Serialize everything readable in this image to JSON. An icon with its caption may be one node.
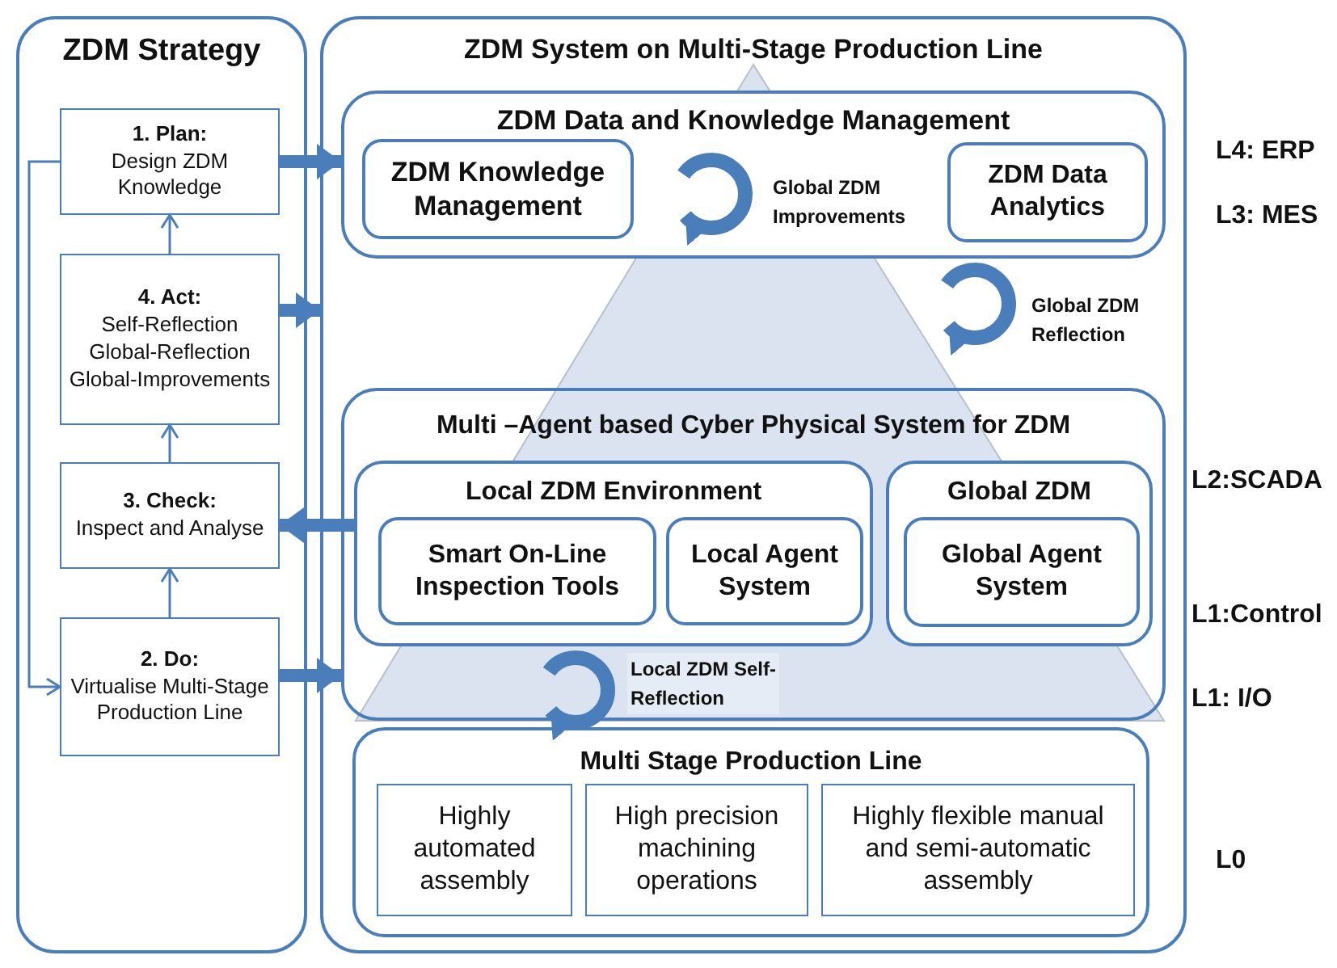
{
  "diagram": {
    "nodes": [
      {
        "text": [
          "ZDM Strategy"
        ]
      },
      {
        "text": [
          "1. Plan:",
          "Design ZDM Knowledge"
        ],
        "in": 0
      },
      {
        "text": [
          "4. Act:",
          "Self-Reflection Global-Reflection Global-Improvements"
        ],
        "in": 0
      },
      {
        "text": [
          "3. Check:",
          "Inspect and Analyse"
        ],
        "in": 0
      },
      {
        "text": [
          "2. Do:",
          "Virtualise Multi-Stage Production Line"
        ],
        "in": 0
      },
      {
        "text": [
          "ZDM System on Multi-Stage Production Line"
        ]
      },
      {
        "text": [
          "ZDM Data and Knowledge Management"
        ],
        "in": 5
      },
      {
        "text": [
          "ZDM Knowledge Management"
        ],
        "in": 6
      },
      {
        "text": [
          "ZDM Data Analytics"
        ],
        "in": 6
      },
      {
        "text": [
          "Multi –Agent based Cyber Physical System for ZDM"
        ],
        "in": 5
      },
      {
        "text": [
          "Local ZDM Environment"
        ],
        "in": 9
      },
      {
        "text": [
          "Smart On-Line Inspection Tools"
        ],
        "in": 10
      },
      {
        "text": [
          "Local Agent System"
        ],
        "in": 10
      },
      {
        "text": [
          "Global ZDM"
        ],
        "in": 9
      },
      {
        "text": [
          "Global Agent System"
        ],
        "in": 13
      },
      {
        "text": [
          "Multi Stage Production Line"
        ],
        "in": 5
      },
      {
        "text": [
          "Highly automated assembly"
        ],
        "in": 15
      },
      {
        "text": [
          "High precision machining operations"
        ],
        "in": 15
      },
      {
        "text": [
          "Highly flexible manual and semi-automatic assembly"
        ],
        "in": 15
      }
    ],
    "edges": [
      {
        "from": 4,
        "to": 3,
        "arrow": "to"
      },
      {
        "from": 3,
        "to": 2,
        "arrow": "to"
      },
      {
        "from": 2,
        "to": 1,
        "arrow": "to"
      },
      {
        "from": 1,
        "to": 4,
        "arrow": "to"
      },
      {
        "from": 1,
        "to": 6,
        "arrow": "to",
        "style": "thick"
      },
      {
        "from": 2,
        "to": 5,
        "arrow": "to",
        "style": "thick"
      },
      {
        "from": 10,
        "to": 3,
        "arrow": "to",
        "style": "thick"
      },
      {
        "from": 4,
        "to": 9,
        "arrow": "to",
        "style": "thick"
      }
    ],
    "labels": [
      "Global ZDM Improvements",
      "Global ZDM Reflection",
      "Local  ZDM Self-Reflection",
      "L4: ERP",
      "L3: MES",
      "L2:SCADA",
      "L1:Control",
      "L1: I/O",
      "L0"
    ]
  }
}
